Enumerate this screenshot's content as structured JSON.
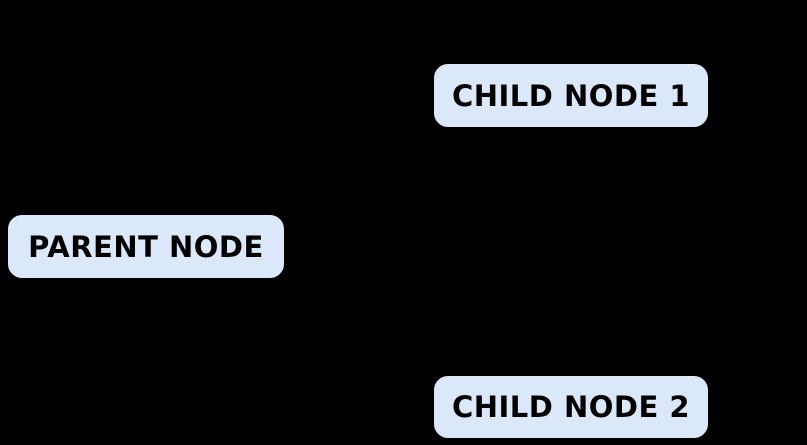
{
  "colors": {
    "canvas_background": "#000000",
    "node_fill": "#dbe8fa",
    "node_border": "#000000",
    "node_text": "#000000"
  },
  "diagram": {
    "type": "tree",
    "nodes": {
      "parent": {
        "label": "PARENT NODE"
      },
      "child1": {
        "label": "CHILD NODE 1"
      },
      "child2": {
        "label": "CHILD NODE 2"
      }
    },
    "visible_edges": []
  }
}
